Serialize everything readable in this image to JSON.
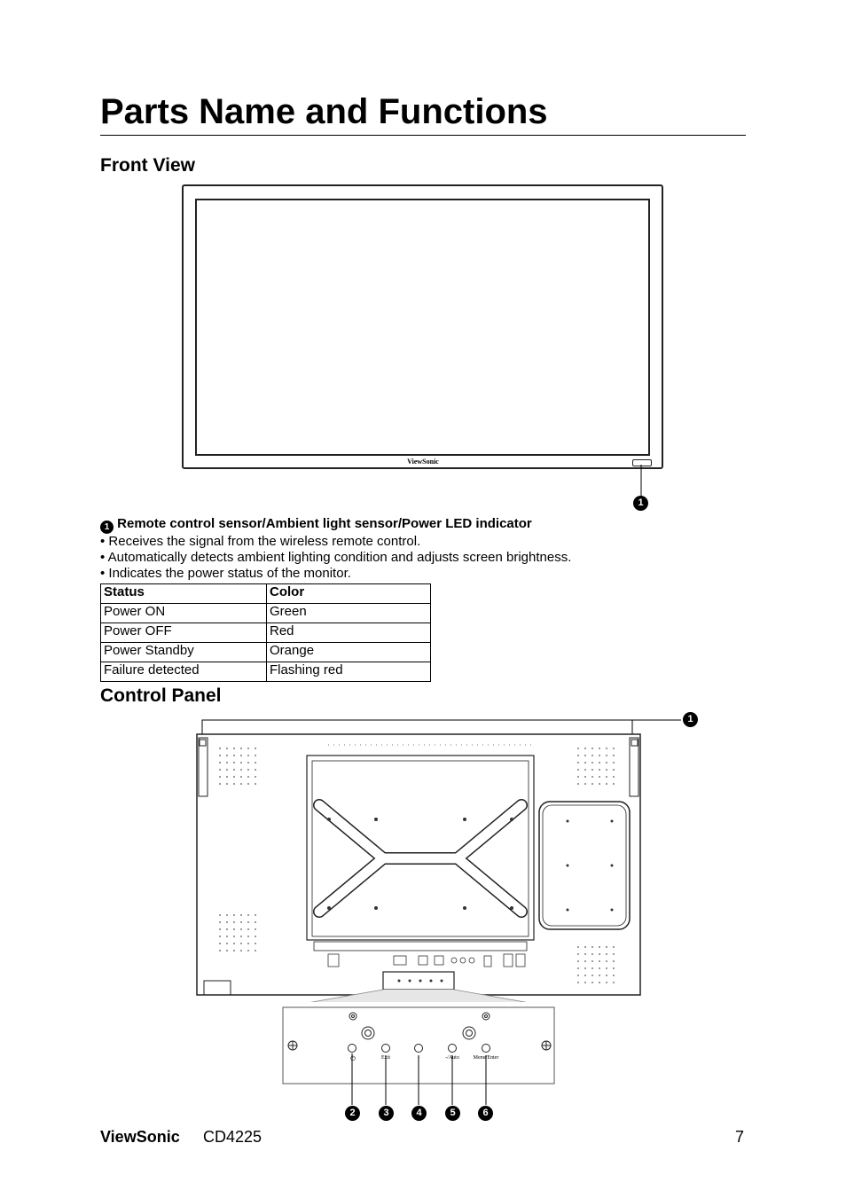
{
  "page": {
    "title": "Parts Name and Functions"
  },
  "front_view": {
    "heading": "Front View",
    "bezel_brand": "ViewSonic",
    "callout": "1"
  },
  "description": {
    "callout": "1",
    "heading": "Remote control sensor/Ambient light sensor/Power LED indicator",
    "bullets": [
      "• Receives the signal from the wireless remote control.",
      "• Automatically detects ambient lighting condition and adjusts screen brightness.",
      "• Indicates the power status of the monitor."
    ]
  },
  "status_table": {
    "headers": [
      "Status",
      "Color"
    ],
    "rows": [
      [
        "Power ON",
        "Green"
      ],
      [
        "Power OFF",
        "Red"
      ],
      [
        "Power Standby",
        "Orange"
      ],
      [
        "Failure detected",
        "Flashing red"
      ]
    ]
  },
  "control_panel": {
    "heading": "Control Panel",
    "callout_top": "1",
    "button_labels": [
      "Exit",
      "-",
      "-/Auto",
      "Menu/Enter"
    ],
    "callouts": [
      "2",
      "3",
      "4",
      "5",
      "6"
    ]
  },
  "footer": {
    "brand": "ViewSonic",
    "model": "CD4225",
    "page_number": "7"
  }
}
